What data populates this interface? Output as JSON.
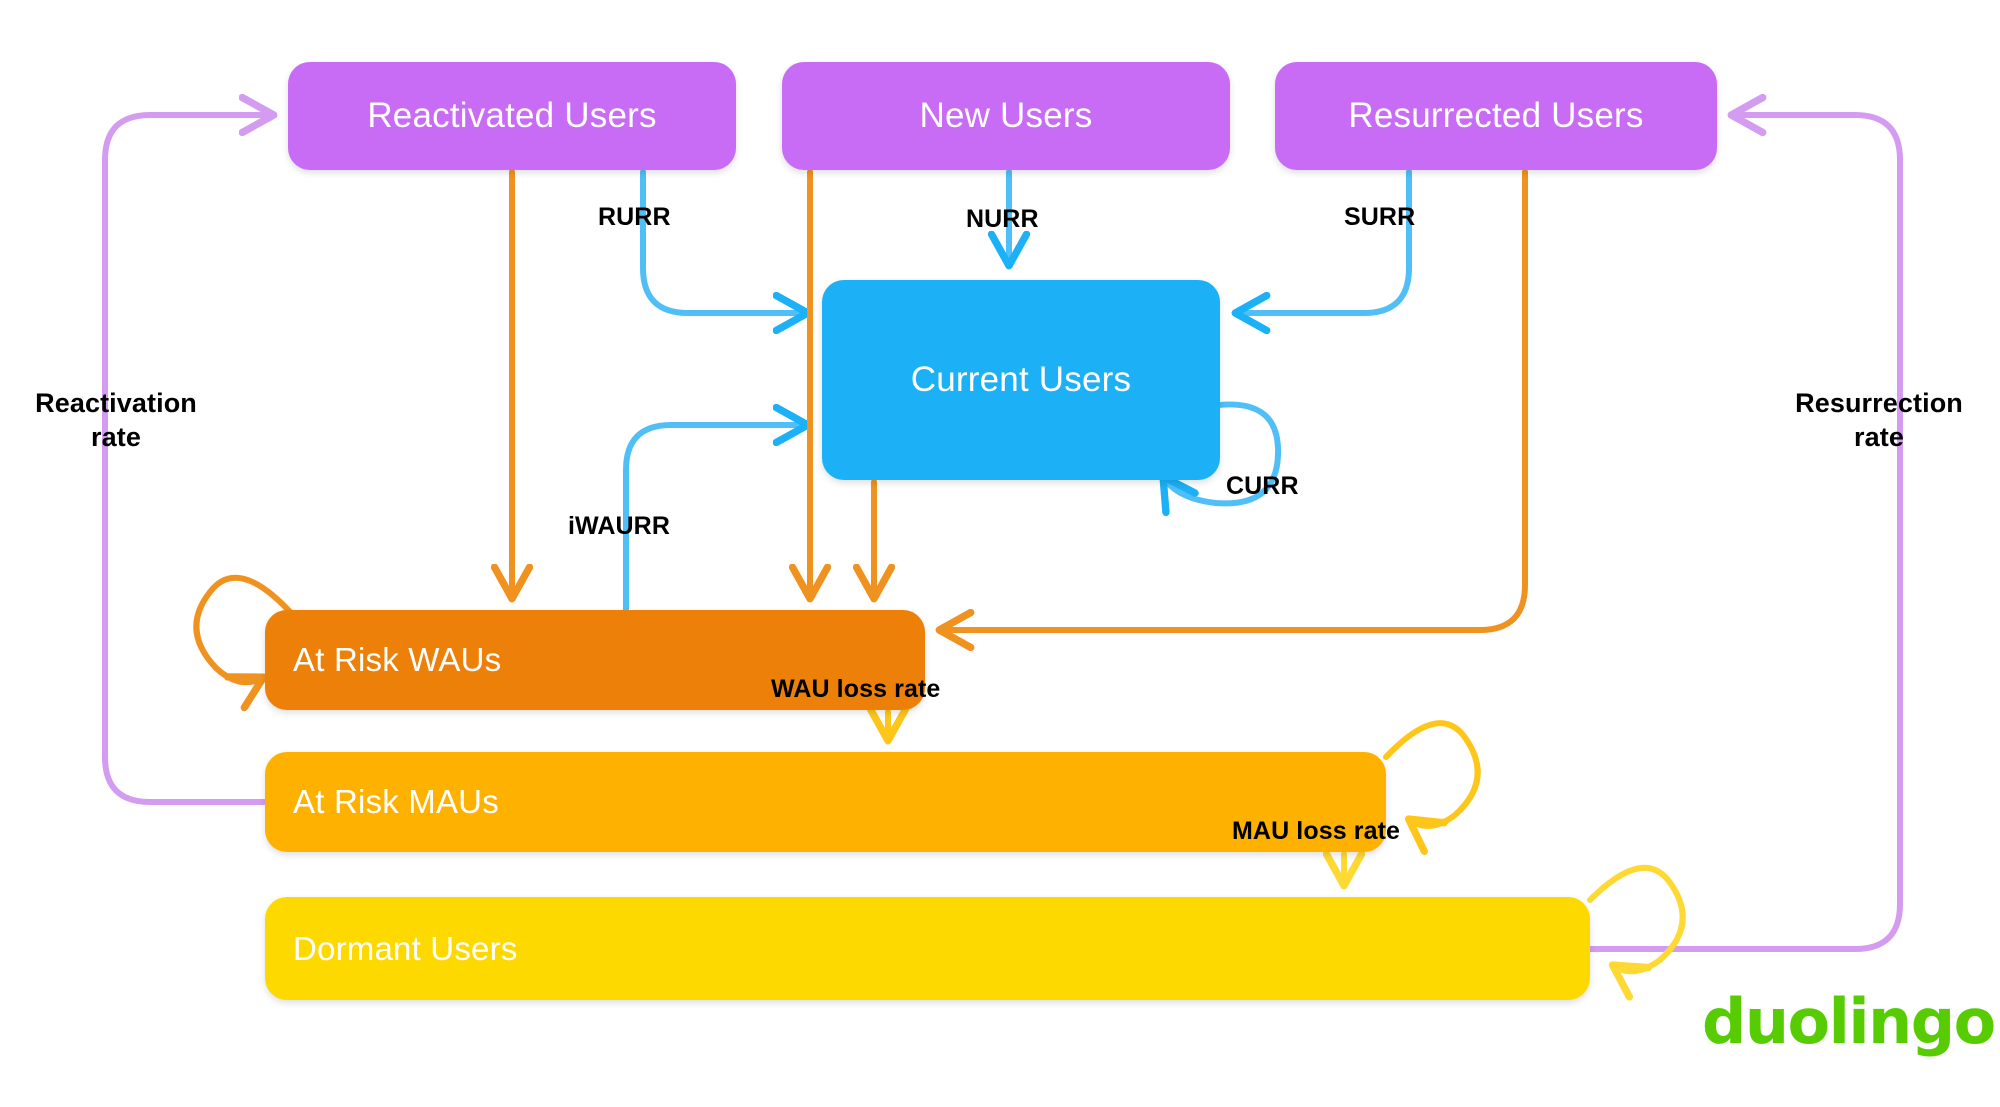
{
  "diagram": {
    "title": "Duolingo user lifecycle state flow",
    "brand": "duolingo",
    "colors": {
      "purple": "#c86bf5",
      "blue": "#1cb0f6",
      "orange_dark": "#ed8008",
      "orange_mid": "#ffb100",
      "yellow": "#fed900",
      "brand_green": "#58cc02",
      "label_text": "#000000",
      "node_text": "#ffffff",
      "background": "#ffffff"
    },
    "nodes": [
      {
        "id": "reactivated",
        "label": "Reactivated Users",
        "color": "#c86bf5",
        "group": "acquisition"
      },
      {
        "id": "new",
        "label": "New Users",
        "color": "#c86bf5",
        "group": "acquisition"
      },
      {
        "id": "resurrected",
        "label": "Resurrected Users",
        "color": "#c86bf5",
        "group": "acquisition"
      },
      {
        "id": "current",
        "label": "Current Users",
        "color": "#1cb0f6",
        "group": "active"
      },
      {
        "id": "atriskwaus",
        "label": "At Risk WAUs",
        "color": "#ed8008",
        "group": "at-risk"
      },
      {
        "id": "atriskmaus",
        "label": "At Risk MAUs",
        "color": "#ffb100",
        "group": "at-risk"
      },
      {
        "id": "dormant",
        "label": "Dormant Users",
        "color": "#fed900",
        "group": "churned"
      }
    ],
    "edge_labels": [
      {
        "id": "rurr",
        "label": "RURR",
        "from": "reactivated",
        "to": "current",
        "color": "#1cb0f6"
      },
      {
        "id": "nurr",
        "label": "NURR",
        "from": "new",
        "to": "current",
        "color": "#1cb0f6"
      },
      {
        "id": "surr",
        "label": "SURR",
        "from": "resurrected",
        "to": "current",
        "color": "#1cb0f6"
      },
      {
        "id": "curr",
        "label": "CURR",
        "from": "current",
        "to": "current",
        "color": "#1cb0f6"
      },
      {
        "id": "iwaurr",
        "label": "iWAURR",
        "from": "atriskwaus",
        "to": "current",
        "color": "#1cb0f6"
      },
      {
        "id": "wauloss",
        "label": "WAU loss rate",
        "from": "atriskwaus",
        "to": "atriskmaus",
        "color": "#ffb100"
      },
      {
        "id": "mauloss",
        "label": "MAU loss rate",
        "from": "atriskmaus",
        "to": "dormant",
        "color": "#fed900"
      },
      {
        "id": "reactivation",
        "label": "Reactivation\nrate",
        "from": "atriskmaus",
        "to": "reactivated",
        "color": "#c86bf5"
      },
      {
        "id": "resurrection",
        "label": "Resurrection\nrate",
        "from": "dormant",
        "to": "resurrected",
        "color": "#c86bf5"
      }
    ],
    "rate_labels": {
      "reactivation_line1": "Reactivation",
      "reactivation_line2": "rate",
      "resurrection_line1": "Resurrection",
      "resurrection_line2": "rate"
    }
  }
}
